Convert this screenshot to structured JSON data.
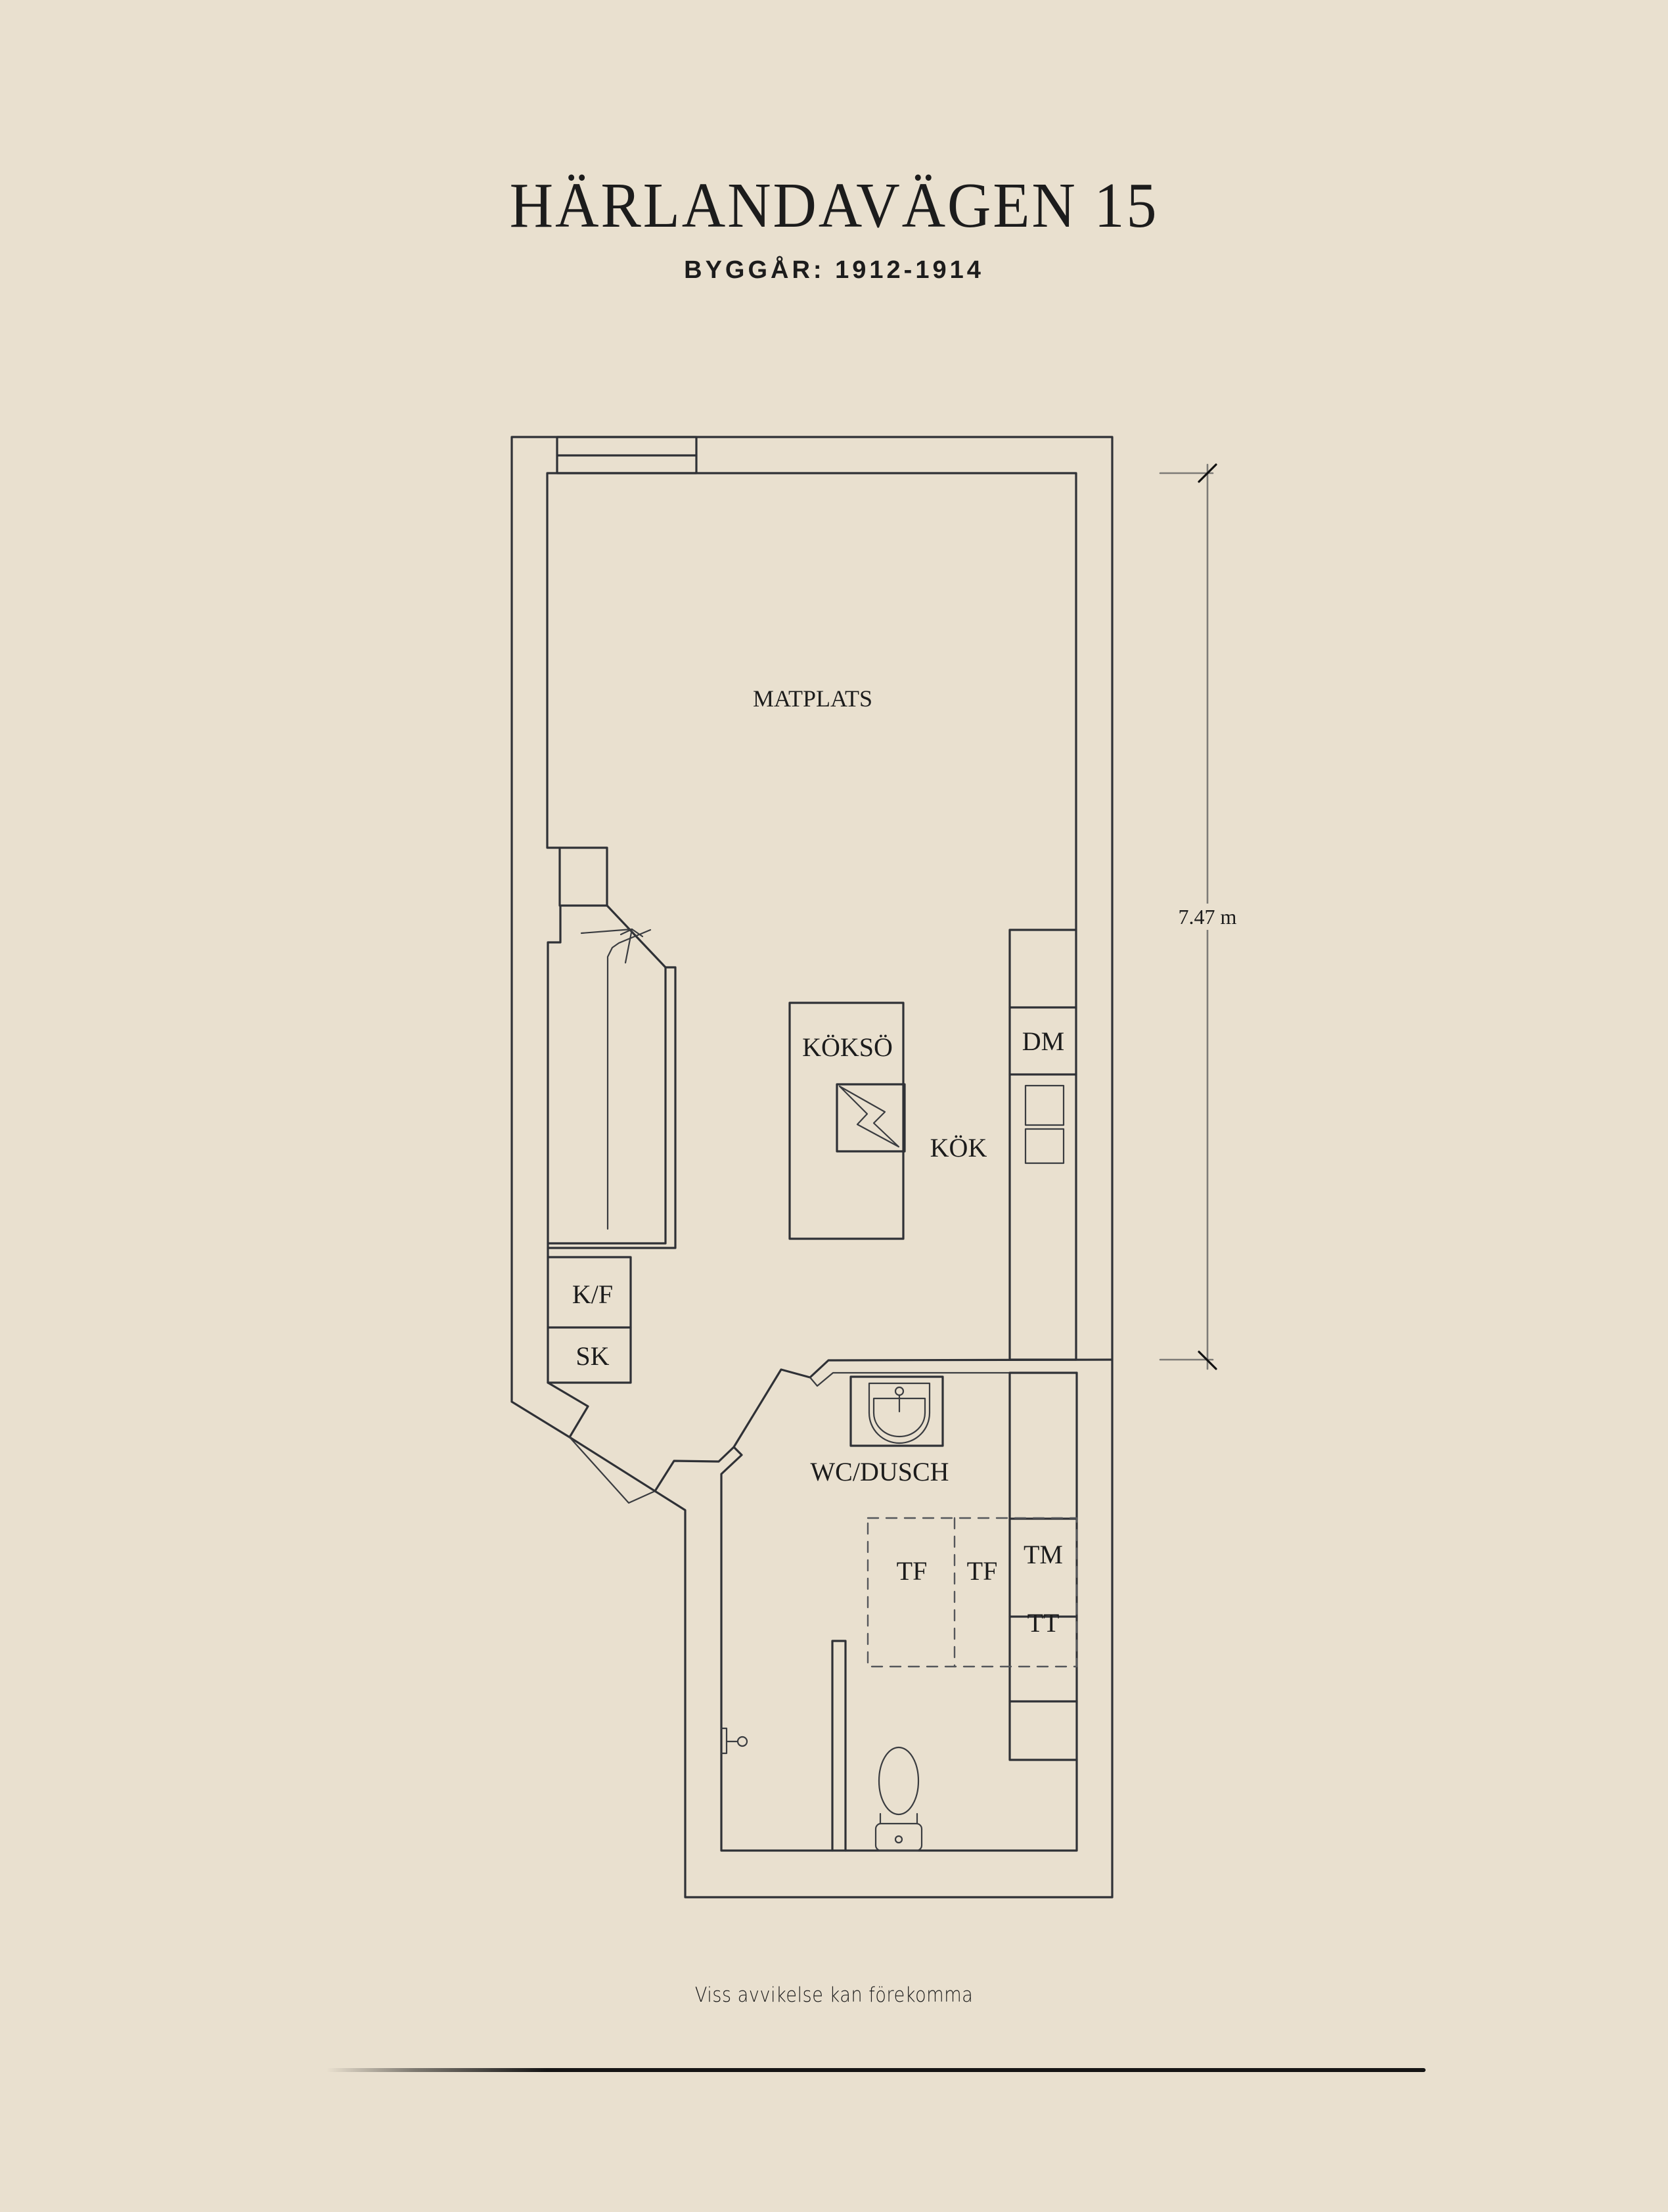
{
  "header": {
    "title": "HÄRLANDAVÄGEN 15",
    "subtitle": "BYGGÅR: 1912-1914"
  },
  "floorplan": {
    "rooms": {
      "matplats": "MATPLATS",
      "koksö": "KÖKSÖ",
      "kok": "KÖK",
      "wc_dusch": "WC/DUSCH"
    },
    "fixtures": {
      "dishwasher": "DM",
      "fridge_freezer": "K/F",
      "cabinet": "SK",
      "washer_1": "TF",
      "washer_2": "TF",
      "washing_machine": "TM",
      "dryer": "TT"
    },
    "dimension": {
      "label": "7.47 m"
    },
    "icons": [
      "stove-icon",
      "sink-icon",
      "washbasin-icon",
      "toilet-icon",
      "shower-mixer-icon",
      "stair-arrow-icon",
      "window-icon"
    ]
  },
  "footer": {
    "disclaimer": "Viss avvikelse kan förekomma"
  },
  "colors": {
    "background": "#e9e0cf",
    "ink": "#1c1c1c",
    "line": "#2f3136"
  }
}
